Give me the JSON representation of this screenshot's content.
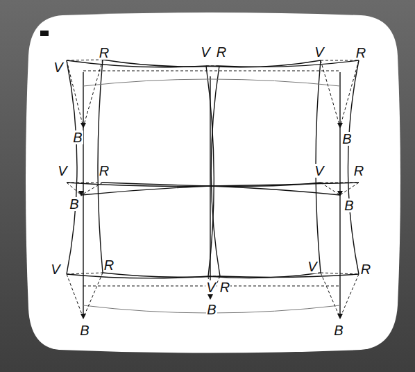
{
  "diagram": {
    "labels": [
      "V",
      "R",
      "V",
      "R",
      "V",
      "R",
      "B",
      "B",
      "V",
      "R",
      "V",
      "R",
      "B",
      "B",
      "V",
      "R",
      "V",
      "R",
      "V",
      "R",
      "B",
      "B",
      "B"
    ]
  }
}
